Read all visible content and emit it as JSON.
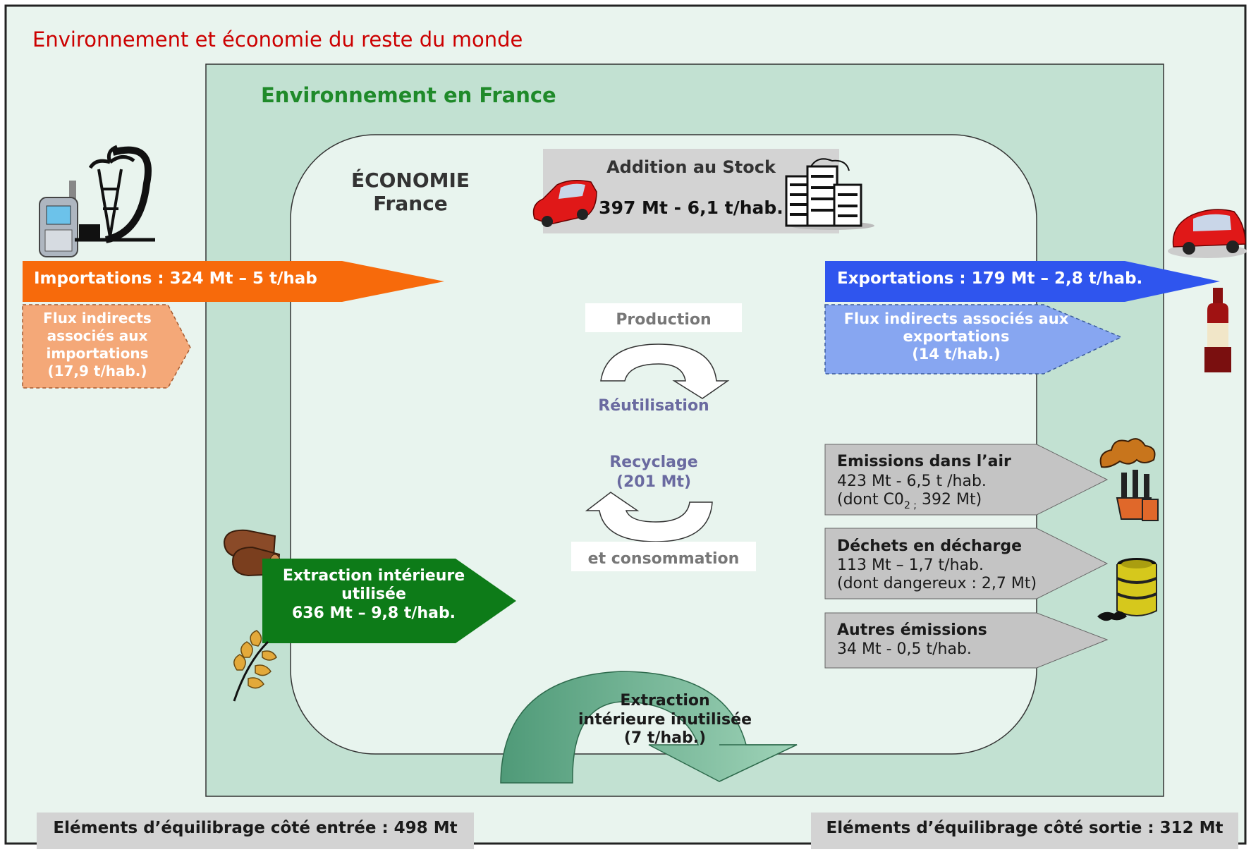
{
  "title": "Environnement et économie du reste du monde",
  "env_france": "Environnement en France",
  "economie": {
    "line1": "ÉCONOMIE",
    "line2": "France"
  },
  "stock": {
    "title": "Addition au Stock",
    "value": "397 Mt - 6,1 t/hab."
  },
  "imports": {
    "label": "Importations : 324 Mt – 5 t/hab"
  },
  "imports_indirect": {
    "lines": [
      "Flux indirects",
      "associés aux",
      "importations",
      "(17,9 t/hab.)"
    ]
  },
  "exports": {
    "label": "Exportations : 179 Mt – 2,8 t/hab."
  },
  "exports_indirect": {
    "lines": [
      "Flux indirects associés aux",
      "exportations",
      "(14 t/hab.)"
    ]
  },
  "cycle": {
    "production": "Production",
    "reutilisation": "Réutilisation",
    "recyclage": "Recyclage",
    "recyclage_value": "(201 Mt)",
    "consommation": "et consommation"
  },
  "extraction_utilisee": {
    "lines": [
      "Extraction intérieure",
      "utilisée",
      "636 Mt – 9,8 t/hab."
    ]
  },
  "extraction_inutilisee": {
    "lines": [
      "Extraction",
      "intérieure inutilisée",
      "(7 t/hab.)"
    ]
  },
  "emissions_air": {
    "title": "Emissions dans l’air",
    "line1": "423 Mt - 6,5 t /hab.",
    "line2_prefix": "(dont C0",
    "line2_sub": "2 ;",
    "line2_suffix": " 392 Mt)"
  },
  "dechets": {
    "title": "Déchets en décharge",
    "line1": "113 Mt – 1,7 t/hab.",
    "line2": "(dont dangereux : 2,7 Mt)"
  },
  "autres": {
    "title": "Autres émissions",
    "line1": "34 Mt - 0,5 t/hab."
  },
  "equilibre_entree": "Eléments d’équilibrage côté entrée : 498 Mt",
  "equilibre_sortie": "Eléments d’équilibrage côté sortie : 312 Mt",
  "icons": [
    "mobile-phone-icon",
    "oil-derrick-icon",
    "red-car-icon",
    "buildings-icon",
    "wine-bottle-icon",
    "logs-icon",
    "wheat-icon",
    "factory-smoke-icon",
    "toxic-barrel-icon"
  ],
  "colors": {
    "outer_bg": "#e9f4ee",
    "env_bg": "#c2e1d2",
    "eco_bg": "#e8f4ee",
    "imports": "#f76a0b",
    "imports_indirect": "#f4a878",
    "exports": "#2f55ee",
    "exports_indirect": "#87a6f1",
    "extraction": "#0d7b18",
    "outflow_grey": "#c4c4c4",
    "title_red": "#cc0000",
    "env_green": "#1f8a2a"
  }
}
